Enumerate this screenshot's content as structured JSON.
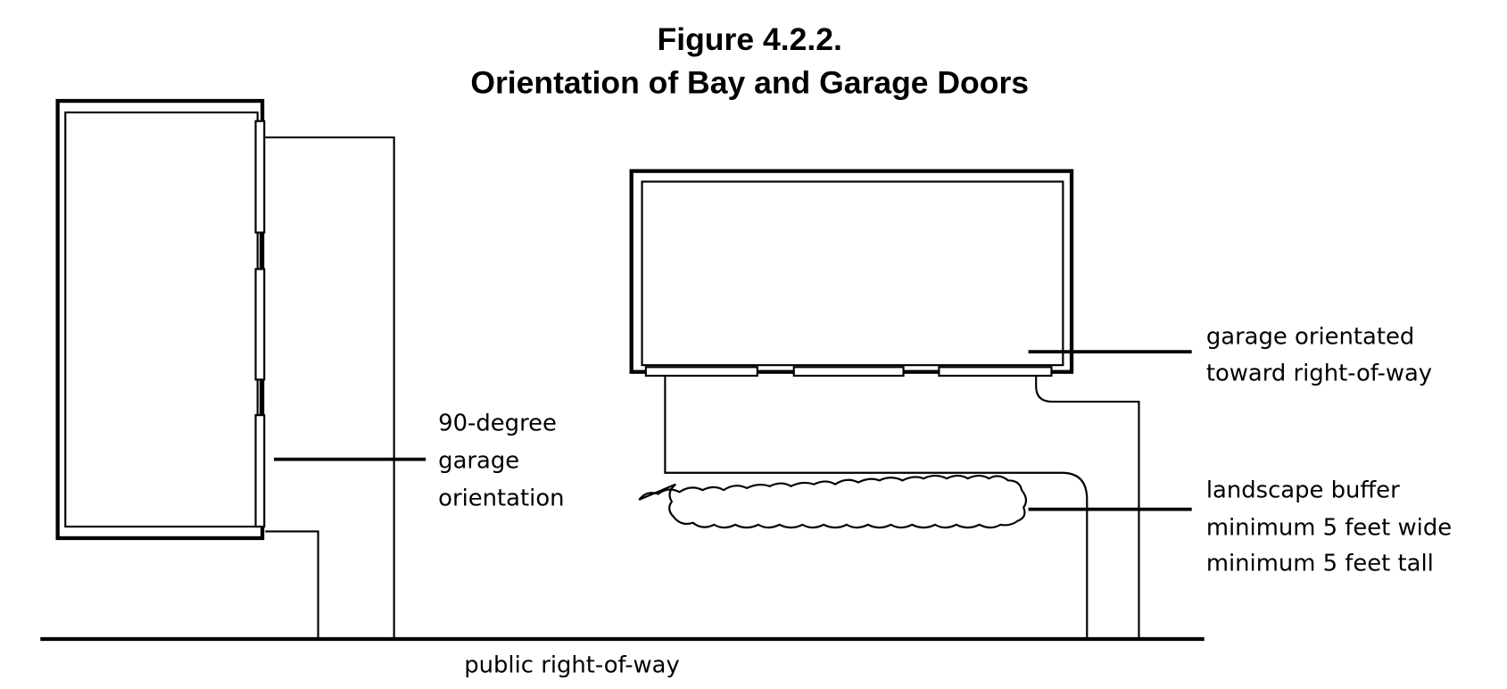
{
  "figure": {
    "number": "Figure 4.2.2.",
    "title": "Orientation of Bay and Garage Doors"
  },
  "labels": {
    "side_orientation": [
      "90-degree",
      "garage",
      "orientation"
    ],
    "front_orientation": [
      "garage orientated",
      "toward right-of-way"
    ],
    "buffer": [
      "landscape buffer",
      "minimum 5 feet wide",
      "minimum 5 feet tall"
    ],
    "street": "public right-of-way"
  }
}
